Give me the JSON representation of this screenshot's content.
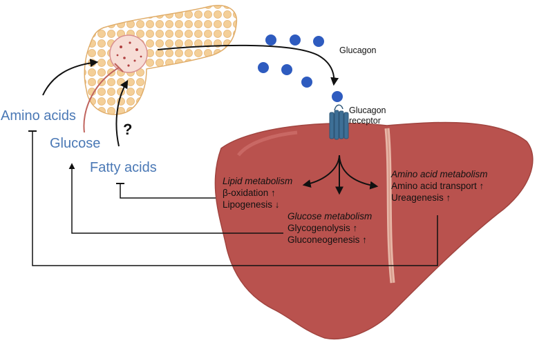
{
  "labels": {
    "amino_acids": "Amino acids",
    "glucose": "Glucose",
    "fatty_acids": "Fatty acids",
    "question_mark": "?",
    "glucagon": "Glucagon",
    "glucagon_receptor_line1": "Glucagon",
    "glucagon_receptor_line2": "receptor"
  },
  "lipid": {
    "title": "Lipid metabolism",
    "line1": "β-oxidation  ↑",
    "line2": "Lipogenesis ↓"
  },
  "glucose_metabolism": {
    "title": "Glucose metabolism",
    "line1": "Glycogenolysis ↑",
    "line2": "Gluconeogenesis ↑"
  },
  "amino_acid_metabolism": {
    "title": "Amino acid metabolism",
    "line1": "Amino acid transport ↑",
    "line2": "Ureagenesis ↑"
  },
  "colors": {
    "pancreas": "#f2c78a",
    "liver": "#b9524e",
    "glucagon_dot": "#2e5bbf",
    "receptor": "#3e6f96",
    "label_blue": "#4a78b5",
    "inhibit_red": "#c0645e"
  }
}
